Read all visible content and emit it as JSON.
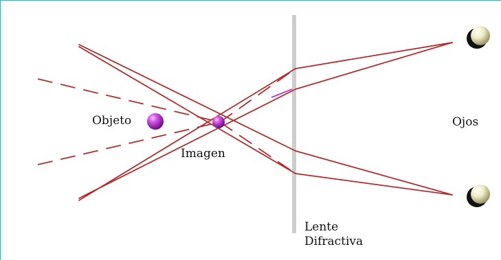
{
  "labels": {
    "object": "Objeto",
    "image": "Imagen",
    "eyes": "Ojos",
    "lens_line1": "Lente",
    "lens_line2": "Difractiva"
  },
  "colors": {
    "ray": "#b52a2a",
    "lens": "#cdcdcd",
    "object_sphere": "#c236d8",
    "eye_sphere": "#ebe6b8",
    "frame": "#3fb1b7"
  }
}
